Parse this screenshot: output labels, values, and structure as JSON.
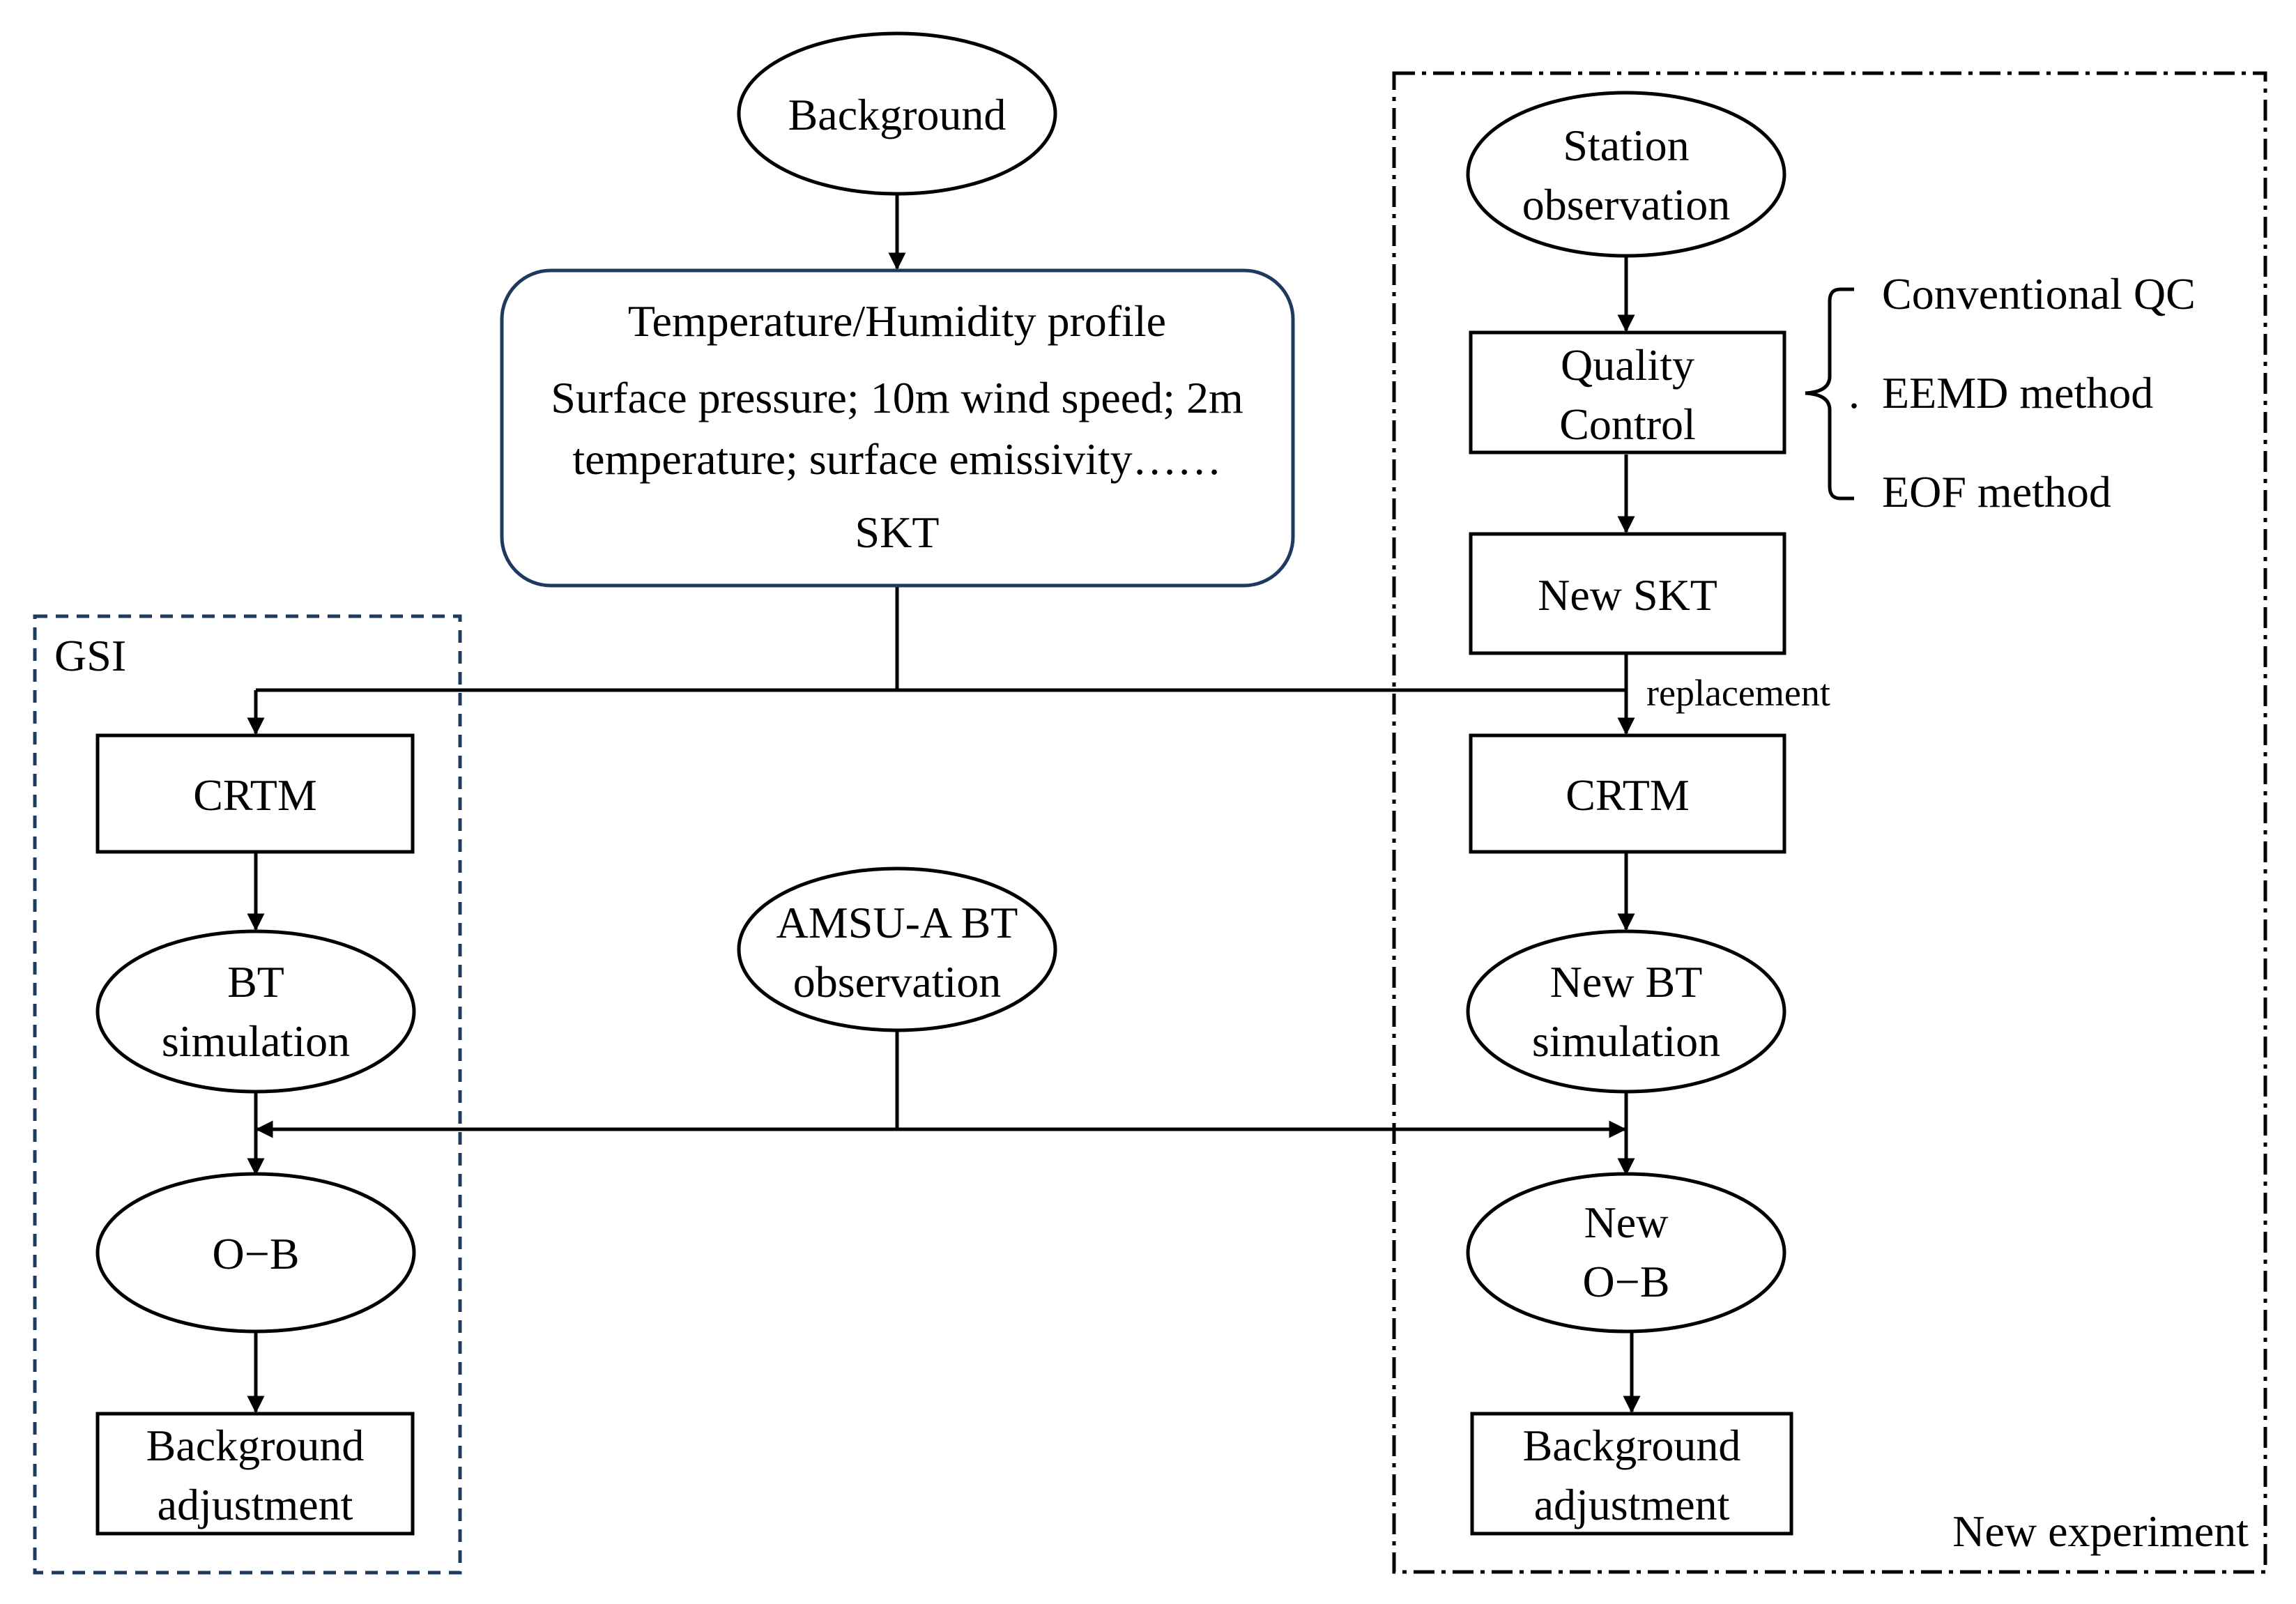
{
  "groups": {
    "gsi": {
      "label": "GSI",
      "color": "#1f3a5f"
    },
    "new_experiment": {
      "label": "New experiment",
      "color": "#000000"
    }
  },
  "nodes": {
    "background": {
      "lines": [
        "Background"
      ]
    },
    "profile": {
      "lines": [
        "Temperature/Humidity profile",
        "Surface pressure; 10m wind speed; 2m",
        "temperature; surface emissivity……",
        "SKT"
      ],
      "border_color": "#1f3a5f"
    },
    "station_obs": {
      "lines": [
        "Station",
        "observation"
      ]
    },
    "quality_control": {
      "lines": [
        "Quality",
        "Control"
      ]
    },
    "qc_methods": [
      "Conventional QC",
      "EEMD method",
      "EOF method"
    ],
    "qc_dot": ".",
    "new_skt": {
      "lines": [
        "New SKT"
      ]
    },
    "replacement": "replacement",
    "crtm_left": {
      "lines": [
        "CRTM"
      ]
    },
    "crtm_right": {
      "lines": [
        "CRTM"
      ]
    },
    "bt_sim_left": {
      "lines": [
        "BT",
        "simulation"
      ]
    },
    "bt_sim_right": {
      "lines": [
        "New BT",
        "simulation"
      ]
    },
    "amsu": {
      "lines": [
        "AMSU-A BT",
        "observation"
      ]
    },
    "ob_left": {
      "lines": [
        "O−B"
      ]
    },
    "ob_right": {
      "lines": [
        "New",
        "O−B"
      ]
    },
    "adj_left": {
      "lines": [
        "Background",
        "adjustment"
      ]
    },
    "adj_right": {
      "lines": [
        "Background",
        "adjustment"
      ]
    }
  }
}
